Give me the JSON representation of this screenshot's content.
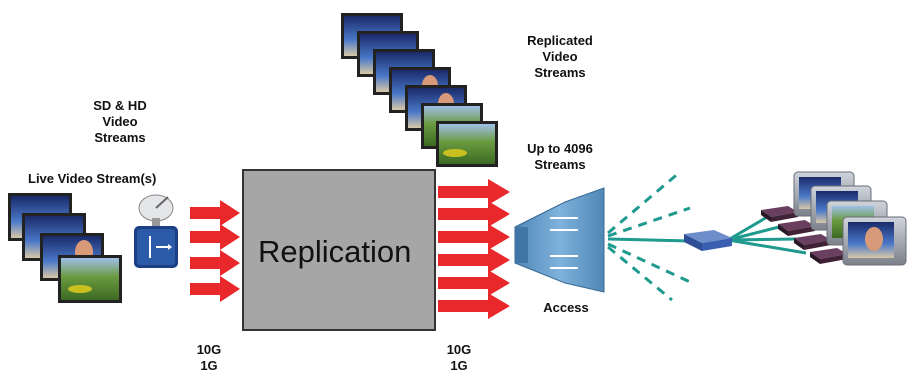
{
  "labels": {
    "sd_hd": [
      "SD & HD",
      "Video",
      "Streams"
    ],
    "live": "Live Video Stream(s)",
    "replicated": [
      "Replicated",
      "Video",
      "Streams"
    ],
    "upto": [
      "Up to 4096",
      "Streams"
    ],
    "replication": "Replication",
    "access": "Access",
    "in_rate": [
      "10G",
      "1G"
    ],
    "out_rate": [
      "10G",
      "1G"
    ]
  },
  "colors": {
    "arrow": "#e8282a",
    "replication_box": "#a6a6a6",
    "access_device": "#5b97c4",
    "wire": "#1f9a8f",
    "router": "#3a5fb0"
  },
  "icons": [
    "tv-screen-icon",
    "satellite-encoder-icon",
    "access-switch-icon",
    "router-icon",
    "set-top-box-icon",
    "television-icon"
  ]
}
